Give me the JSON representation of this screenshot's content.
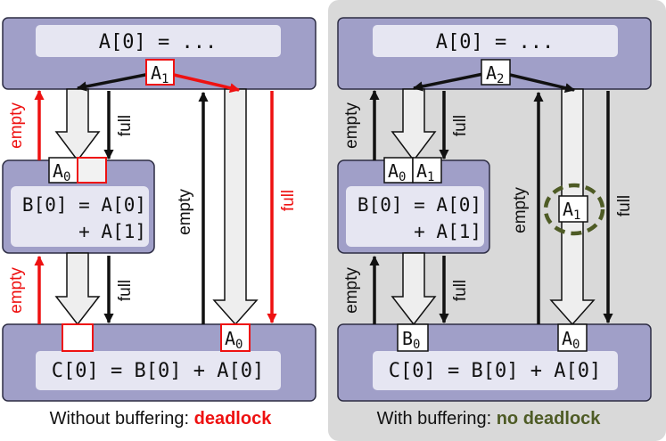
{
  "colors": {
    "box": "#a09fc8",
    "box_stroke": "#2d2d44",
    "inner": "#e6e6f2",
    "red": "#ee1111",
    "black": "#111111",
    "panel_bg": "#d9d9d9",
    "olive": "#4e5b25",
    "hollow_fill": "#eeeeee"
  },
  "left": {
    "top_code": "A[0] = ...",
    "top_token": "A",
    "top_token_sub": "1",
    "mid_code_line1": "B[0] = A[0]",
    "mid_code_line2": "+ A[1]",
    "mid_token": "A",
    "mid_token_sub": "0",
    "bot_code": "C[0] = B[0] + A[0]",
    "bot_token": "A",
    "bot_token_sub": "0",
    "label_empty_upper": "empty",
    "label_full_upper": "full",
    "label_empty_lower": "empty",
    "label_full_lower": "full",
    "label_empty_long": "empty",
    "label_full_long": "full",
    "caption_prefix": "Without buffering: ",
    "caption_emph": "deadlock"
  },
  "right": {
    "top_code": "A[0] = ...",
    "top_token": "A",
    "top_token_sub": "2",
    "mid_code_line1": "B[0] = A[0]",
    "mid_code_line2": "+ A[1]",
    "mid_token1": "A",
    "mid_token1_sub": "0",
    "mid_token2": "A",
    "mid_token2_sub": "1",
    "buffer_token": "A",
    "buffer_token_sub": "1",
    "bot_code": "C[0] = B[0] + A[0]",
    "bot_token1": "B",
    "bot_token1_sub": "0",
    "bot_token2": "A",
    "bot_token2_sub": "0",
    "label_empty_upper": "empty",
    "label_full_upper": "full",
    "label_empty_lower": "empty",
    "label_full_lower": "full",
    "label_empty_long": "empty",
    "label_full_long": "full",
    "caption_prefix": "With buffering: ",
    "caption_emph": "no deadlock"
  }
}
